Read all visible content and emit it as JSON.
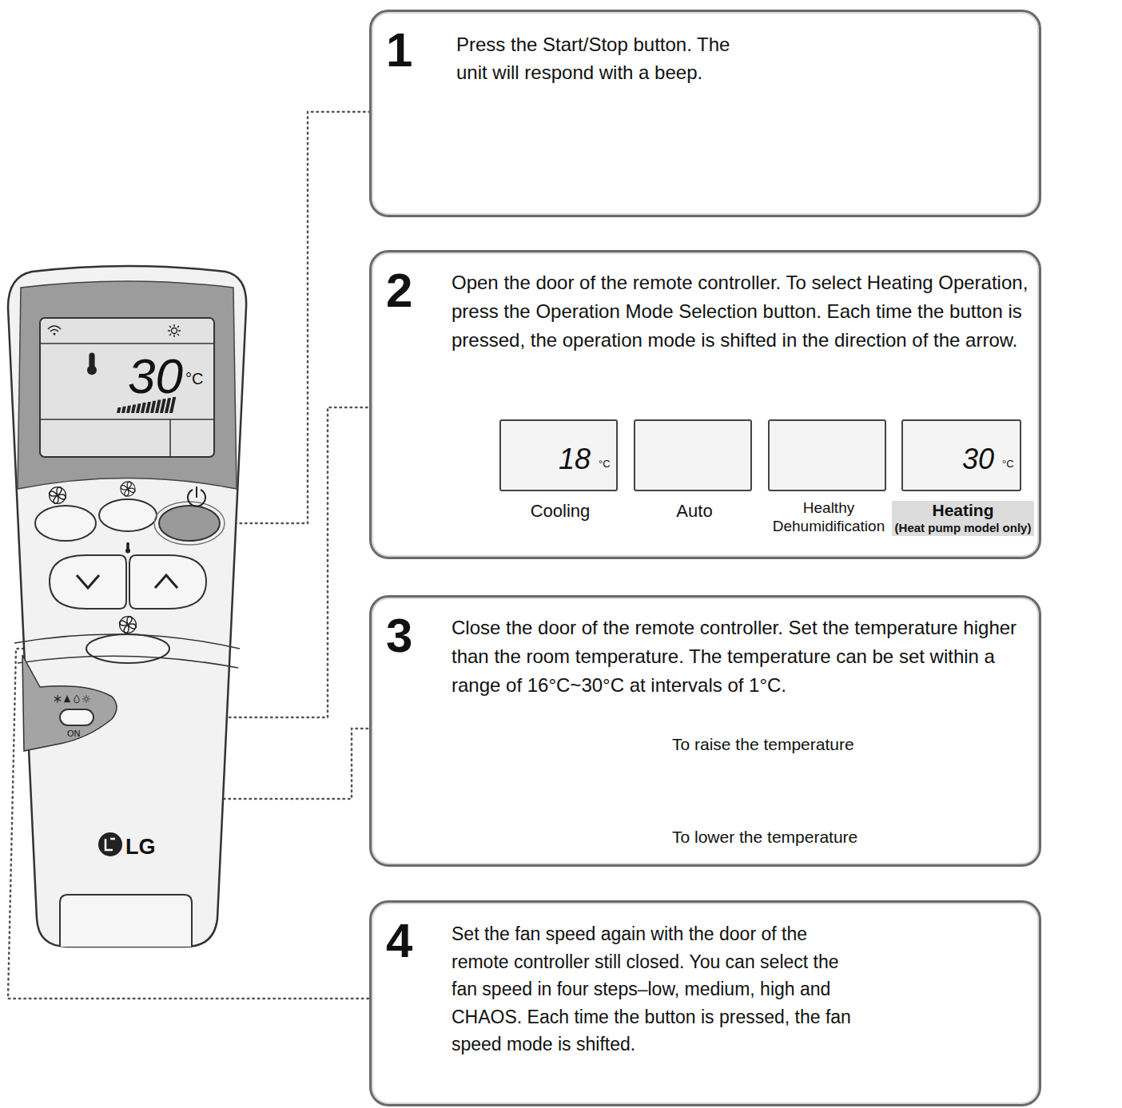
{
  "diagram": {
    "nodes": [
      {
        "text": [
          "1",
          "Press the Start/Stop button. The unit will respond with a beep."
        ]
      },
      {
        "text": [
          "2",
          "Open the door of the remote controller. To select Heating Operation, press the Operation Mode Selection button. Each time the button is pressed, the operation mode is shifted in the direction of the arrow."
        ]
      },
      {
        "text": [
          "18",
          "°C",
          "Cooling"
        ],
        "in": 1
      },
      {
        "text": [
          "Auto"
        ],
        "in": 1
      },
      {
        "text": [
          "Healthy Dehumidification"
        ],
        "in": 1
      },
      {
        "text": [
          "30",
          "°C",
          "Heating",
          "(Heat pump model only)"
        ],
        "in": 1
      },
      {
        "text": [
          "3",
          "Close the door of the remote controller. Set the temperature higher than the room temperature. The temperature can be set within a range of 16°C~30°C at intervals of 1°C.",
          "To raise the temperature",
          "To lower the temperature"
        ]
      },
      {
        "text": [
          "4",
          "Set the fan speed again with the door of the remote controller still closed. You can select the fan speed in four steps–low, medium, high and CHAOS. Each time the button is pressed, the fan speed mode is shifted."
        ]
      }
    ],
    "edges": [
      {
        "from": 2,
        "to": 3,
        "arrow": "to"
      },
      {
        "from": 3,
        "to": 4,
        "arrow": "to"
      },
      {
        "from": 4,
        "to": 5,
        "arrow": "to"
      },
      {
        "from": 5,
        "to": 2,
        "arrow": "to"
      }
    ],
    "labels": [
      "30",
      "°C",
      "LG",
      "ON"
    ]
  }
}
